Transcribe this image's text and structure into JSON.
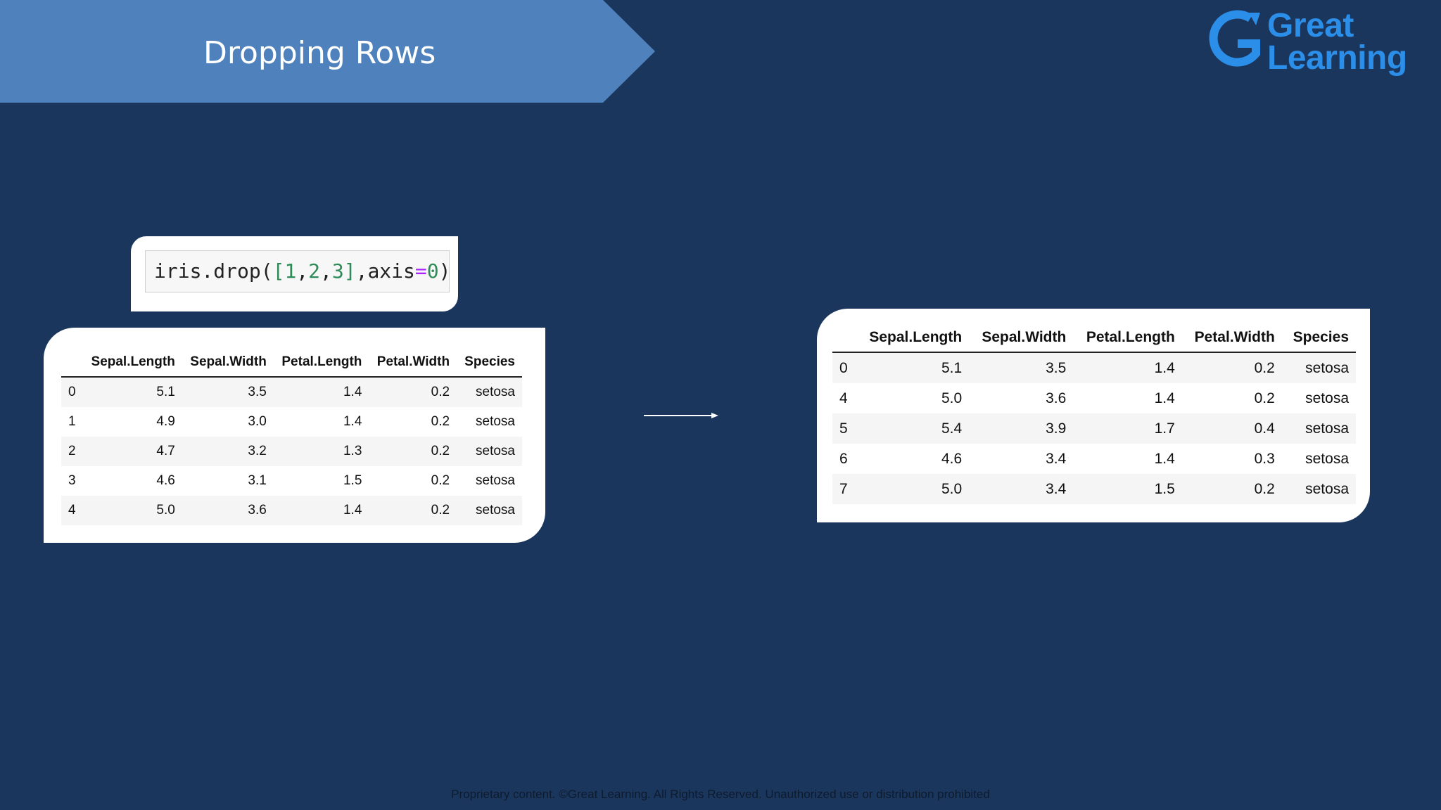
{
  "slide": {
    "title": "Dropping Rows",
    "footer": "Proprietary content. ©Great Learning. All Rights Reserved. Unauthorized use or distribution prohibited"
  },
  "logo": {
    "line1": "Great",
    "line2": "Learning",
    "color": "#2b8ee8"
  },
  "code": {
    "fn": "iris.drop(",
    "open_bracket": "[",
    "n1": "1",
    "comma1": ",",
    "n2": "2",
    "comma2": ",",
    "n3": "3",
    "close_bracket": "]",
    "arg": ",axis",
    "eq": "=",
    "n0": "0",
    "close": ")"
  },
  "colors": {
    "background": "#1b365d",
    "banner": "#4f81bd",
    "code_number": "#2e8b57",
    "code_operator": "#aa22ff"
  },
  "before_table": {
    "columns": [
      "",
      "Sepal.Length",
      "Sepal.Width",
      "Petal.Length",
      "Petal.Width",
      "Species"
    ],
    "rows": [
      [
        "0",
        "5.1",
        "3.5",
        "1.4",
        "0.2",
        "setosa"
      ],
      [
        "1",
        "4.9",
        "3.0",
        "1.4",
        "0.2",
        "setosa"
      ],
      [
        "2",
        "4.7",
        "3.2",
        "1.3",
        "0.2",
        "setosa"
      ],
      [
        "3",
        "4.6",
        "3.1",
        "1.5",
        "0.2",
        "setosa"
      ],
      [
        "4",
        "5.0",
        "3.6",
        "1.4",
        "0.2",
        "setosa"
      ]
    ]
  },
  "after_table": {
    "columns": [
      "",
      "Sepal.Length",
      "Sepal.Width",
      "Petal.Length",
      "Petal.Width",
      "Species"
    ],
    "rows": [
      [
        "0",
        "5.1",
        "3.5",
        "1.4",
        "0.2",
        "setosa"
      ],
      [
        "4",
        "5.0",
        "3.6",
        "1.4",
        "0.2",
        "setosa"
      ],
      [
        "5",
        "5.4",
        "3.9",
        "1.7",
        "0.4",
        "setosa"
      ],
      [
        "6",
        "4.6",
        "3.4",
        "1.4",
        "0.3",
        "setosa"
      ],
      [
        "7",
        "5.0",
        "3.4",
        "1.5",
        "0.2",
        "setosa"
      ]
    ]
  }
}
